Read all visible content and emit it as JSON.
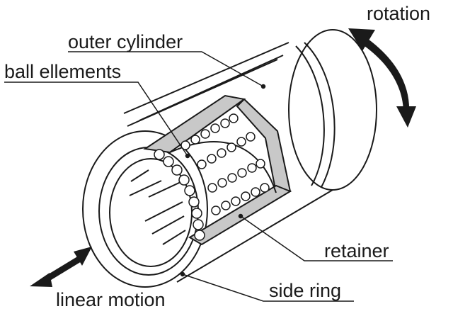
{
  "diagram": {
    "labels": {
      "rotation": "rotation",
      "outer_cylinder": "outer cylinder",
      "ball_elements": "ball ellements",
      "retainer": "retainer",
      "side_ring": "side ring",
      "linear_motion": "linear motion"
    },
    "colors": {
      "line": "#1a1a1a",
      "retainer_fill": "#c8c8c8",
      "background": "#ffffff"
    }
  }
}
